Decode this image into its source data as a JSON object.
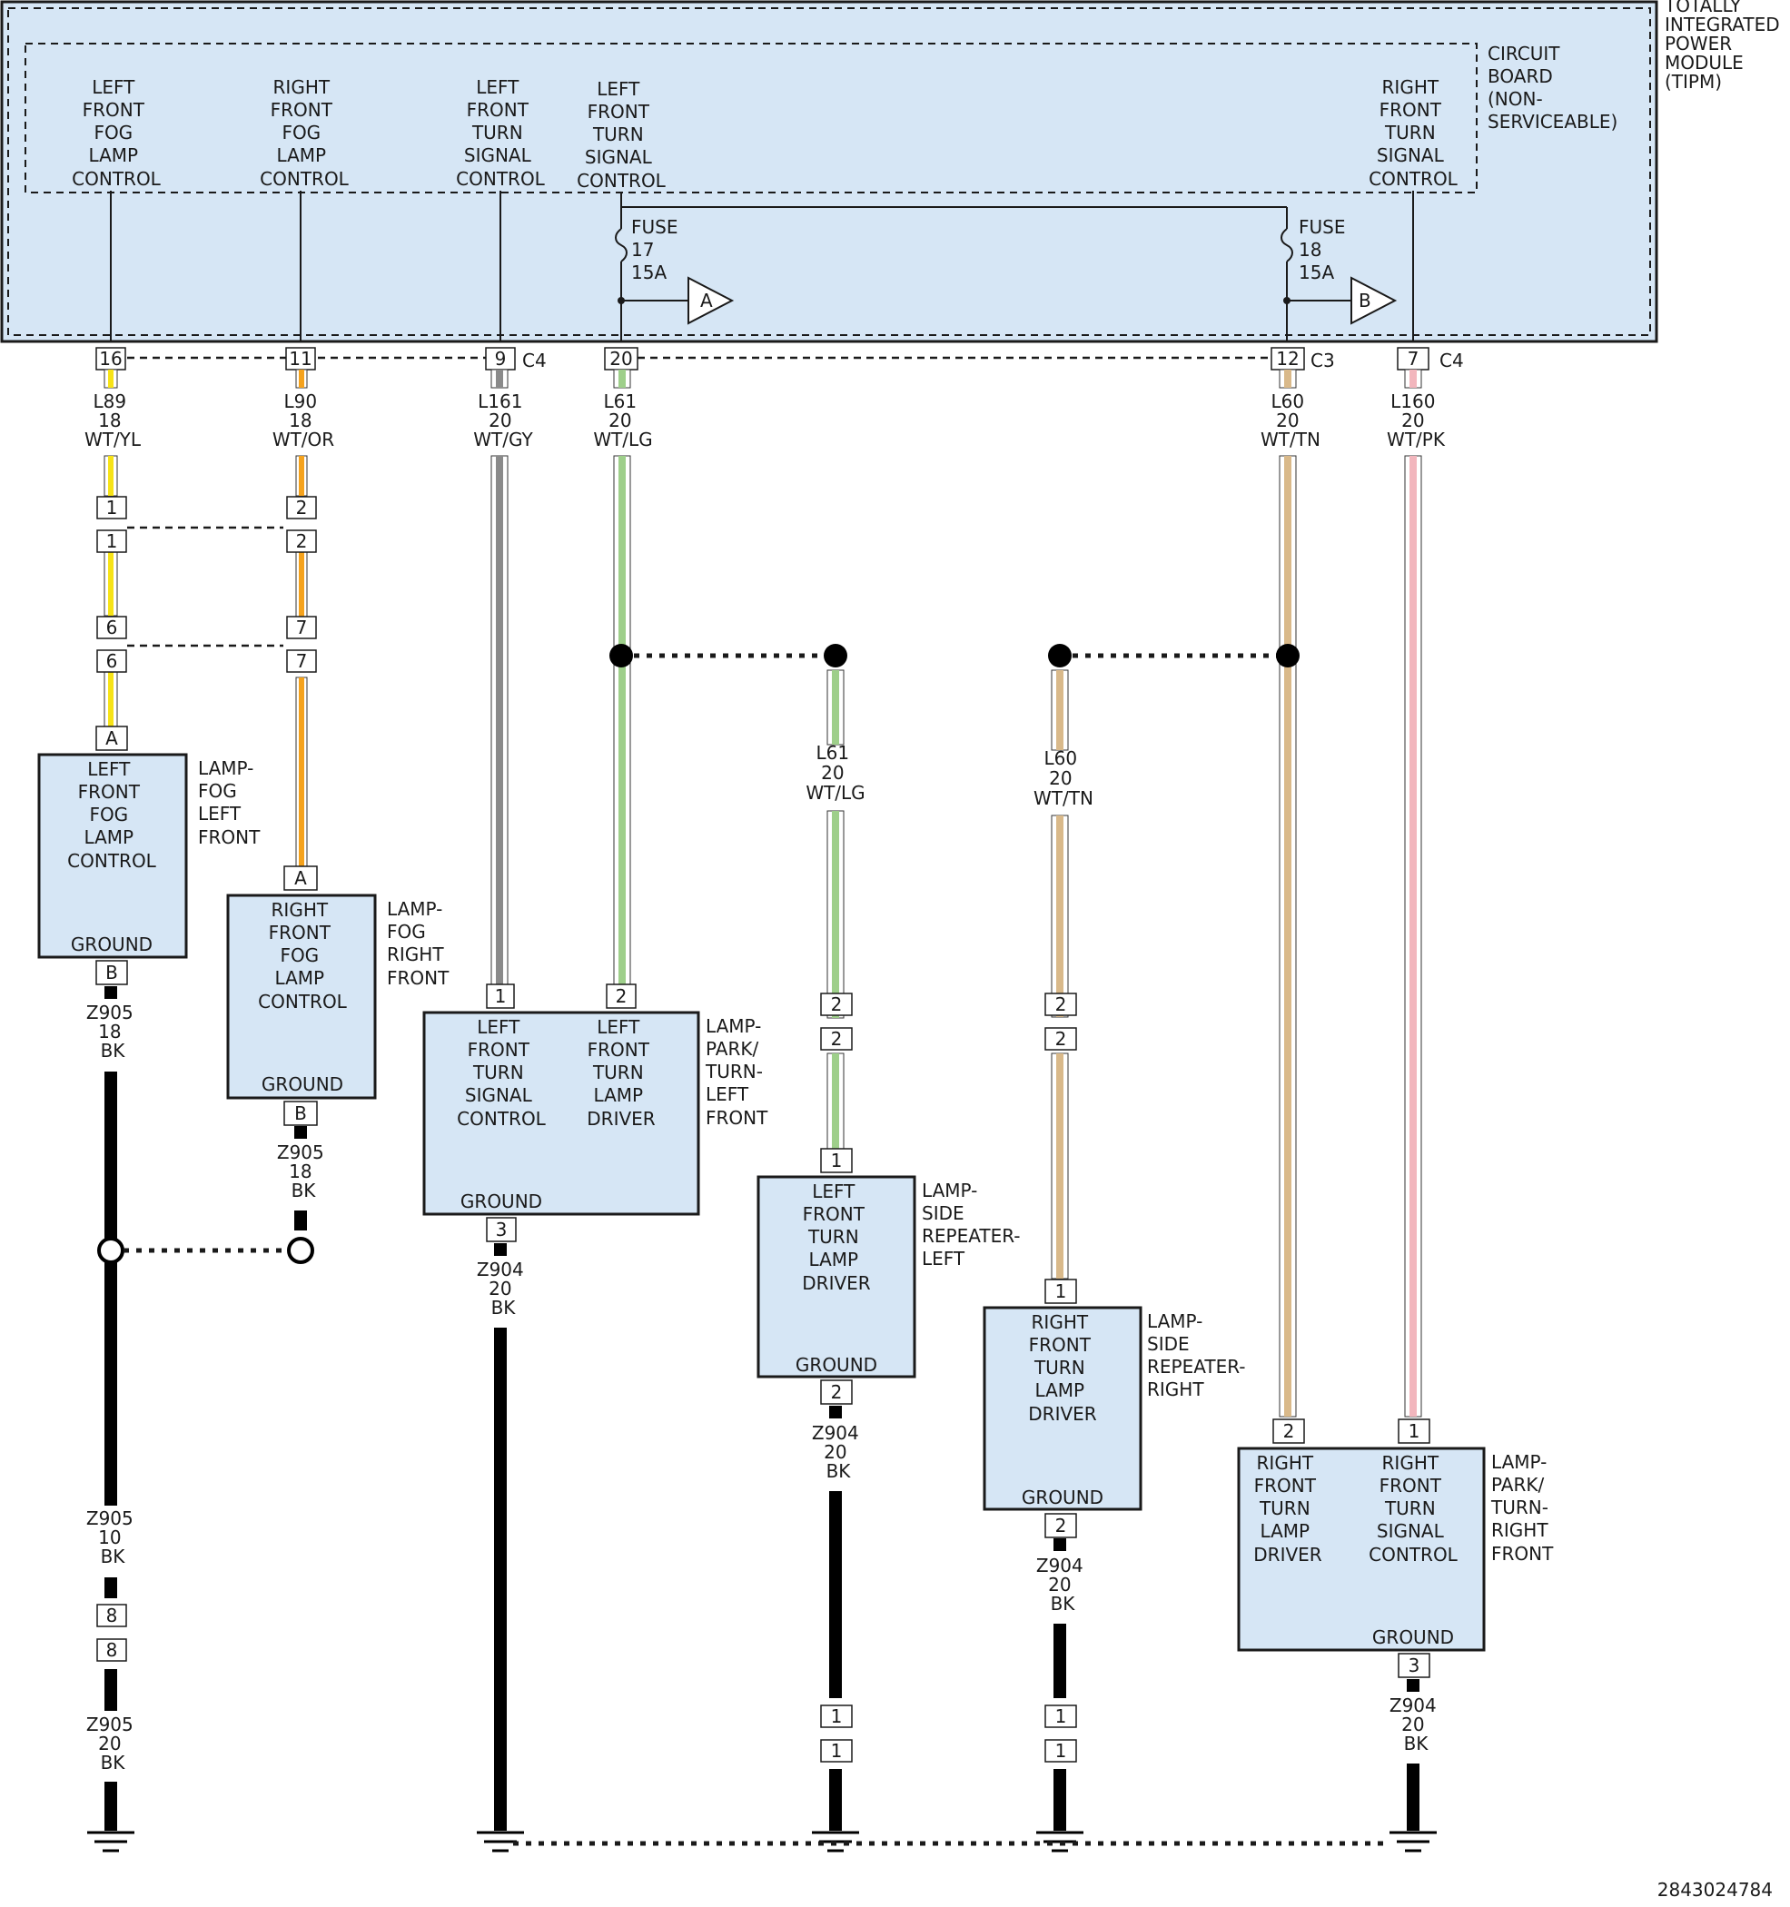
{
  "colors": {
    "module_fill": "#d6e6f5",
    "yellow": "#f7e316",
    "orange": "#f5a21c",
    "gray": "#8a8a8a",
    "light_green": "#9ecf8a",
    "tan": "#d9b98a",
    "pink": "#f2b6bd",
    "black": "#000000"
  },
  "tipm": {
    "title": [
      "TOTALLY",
      "INTEGRATED",
      "POWER",
      "MODULE",
      "(TIPM)"
    ],
    "board": [
      "CIRCUIT",
      "BOARD",
      "(NON-",
      "SERVICEABLE)"
    ],
    "controls": [
      [
        "LEFT",
        "FRONT",
        "FOG",
        "LAMP",
        "CONTROL"
      ],
      [
        "RIGHT",
        "FRONT",
        "FOG",
        "LAMP",
        "CONTROL"
      ],
      [
        "LEFT",
        "FRONT",
        "TURN",
        "SIGNAL",
        "CONTROL"
      ],
      [
        "LEFT",
        "FRONT",
        "TURN",
        "SIGNAL",
        "CONTROL"
      ],
      [
        "RIGHT",
        "FRONT",
        "TURN",
        "SIGNAL",
        "CONTROL"
      ]
    ],
    "fuse17": [
      "FUSE",
      "17",
      "15A"
    ],
    "fuse18": [
      "FUSE",
      "18",
      "15A"
    ],
    "ref_a": "A",
    "ref_b": "B"
  },
  "pins": {
    "p16": "16",
    "p11": "11",
    "p9": "9",
    "p20": "20",
    "p12": "12",
    "p7": "7",
    "c4a": "C4",
    "c3": "C3",
    "c4b": "C4",
    "yl1a": "1",
    "yl1b": "1",
    "yl6a": "6",
    "yl6b": "6",
    "or2a": "2",
    "or2b": "2",
    "or7a": "7",
    "or7b": "7",
    "lffA": "A",
    "lffB": "B",
    "rffA": "A",
    "rffB": "B",
    "lptIn1": "1",
    "lptIn2": "2",
    "lptG": "3",
    "lsr2a": "2",
    "lsr2b": "2",
    "lsrIn": "1",
    "lsrG": "2",
    "lsr1a": "1",
    "lsr1b": "1",
    "rsr2a": "2",
    "rsr2b": "2",
    "rsrIn": "1",
    "rsrG": "2",
    "rsr1a": "1",
    "rsr1b": "1",
    "rptIn2": "2",
    "rptIn1": "1",
    "rptG": "3",
    "z8a": "8",
    "z8b": "8"
  },
  "wires": {
    "l89": [
      "L89",
      "18",
      "WT/YL"
    ],
    "l90": [
      "L90",
      "18",
      "WT/OR"
    ],
    "l161": [
      "L161",
      "20",
      "WT/GY"
    ],
    "l61": [
      "L61",
      "20",
      "WT/LG"
    ],
    "l60": [
      "L60",
      "20",
      "WT/TN"
    ],
    "l160": [
      "L160",
      "20",
      "WT/PK"
    ],
    "l61b": [
      "L61",
      "20",
      "WT/LG"
    ],
    "l60b": [
      "L60",
      "20",
      "WT/TN"
    ],
    "z905a": [
      "Z905",
      "18",
      "BK"
    ],
    "z905b": [
      "Z905",
      "18",
      "BK"
    ],
    "z905c": [
      "Z905",
      "10",
      "BK"
    ],
    "z905d": [
      "Z905",
      "20",
      "BK"
    ],
    "z904a": [
      "Z904",
      "20",
      "BK"
    ],
    "z904b": [
      "Z904",
      "20",
      "BK"
    ],
    "z904c": [
      "Z904",
      "20",
      "BK"
    ],
    "z904d": [
      "Z904",
      "20",
      "BK"
    ]
  },
  "components": {
    "lff": {
      "body": [
        "LEFT",
        "FRONT",
        "FOG",
        "LAMP",
        "CONTROL"
      ],
      "ground": "GROUND",
      "name": [
        "LAMP-",
        "FOG",
        "LEFT",
        "FRONT"
      ]
    },
    "rff": {
      "body": [
        "RIGHT",
        "FRONT",
        "FOG",
        "LAMP",
        "CONTROL"
      ],
      "ground": "GROUND",
      "name": [
        "LAMP-",
        "FOG",
        "RIGHT",
        "FRONT"
      ]
    },
    "lpt": {
      "body1": [
        "LEFT",
        "FRONT",
        "TURN",
        "SIGNAL",
        "CONTROL"
      ],
      "body2": [
        "LEFT",
        "FRONT",
        "TURN",
        "LAMP",
        "DRIVER"
      ],
      "ground": "GROUND",
      "name": [
        "LAMP-",
        "PARK/",
        "TURN-",
        "LEFT",
        "FRONT"
      ]
    },
    "lsr": {
      "body": [
        "LEFT",
        "FRONT",
        "TURN",
        "LAMP",
        "DRIVER"
      ],
      "ground": "GROUND",
      "name": [
        "LAMP-",
        "SIDE",
        "REPEATER-",
        "LEFT"
      ]
    },
    "rsr": {
      "body": [
        "RIGHT",
        "FRONT",
        "TURN",
        "LAMP",
        "DRIVER"
      ],
      "ground": "GROUND",
      "name": [
        "LAMP-",
        "SIDE",
        "REPEATER-",
        "RIGHT"
      ]
    },
    "rpt": {
      "body1": [
        "RIGHT",
        "FRONT",
        "TURN",
        "LAMP",
        "DRIVER"
      ],
      "body2": [
        "RIGHT",
        "FRONT",
        "TURN",
        "SIGNAL",
        "CONTROL"
      ],
      "ground": "GROUND",
      "name": [
        "LAMP-",
        "PARK/",
        "TURN-",
        "RIGHT",
        "FRONT"
      ]
    }
  },
  "footer_id": "2843024784"
}
